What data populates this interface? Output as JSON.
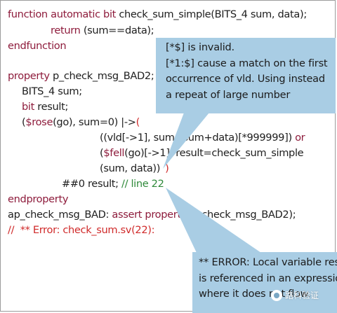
{
  "code": {
    "l1_kw": "function automatic bit",
    "l1_rest": " check_sum_simple(BITS_4 sum, data);",
    "l2_kw": "return",
    "l2_rest": " (sum==data);",
    "l3_kw": "endfunction",
    "l5_kw": "property",
    "l5_rest": " p_check_msg_BAD2;",
    "l6": "BITS_4 sum;",
    "l7_kw": "bit",
    "l7_rest": " result;",
    "l8_a": "(",
    "l8_kw": "$rose",
    "l8_b": "(go), sum=0) |->",
    "l8_paren": "(",
    "l9": "((vld[->1], sum=sum+data)[*999999])",
    "l9_kw": " or",
    "l10_a": "(",
    "l10_kw": "$fell",
    "l10_b": "(go)[->1], result=check_sum_simple",
    "l11": "(sum, data))",
    "l11_paren": ")",
    "l12": "##0 result;",
    "l12_comment": " // line 22",
    "l13_kw": "endproperty",
    "l14_a": "ap_check_msg_BAD:",
    "l14_kw": " assert property",
    "l14_b": "(p_check_msg_BAD2);",
    "l15_comment": "//  ** Error: check_sum.sv(22):"
  },
  "callout_top": {
    "line1": "[*$] is invalid.",
    "line2": "[*1:$] cause a match on the first",
    "line3": "occurrence of vld. Using instead",
    "line4": "a repeat of large number"
  },
  "callout_bottom": {
    "line1": "** ERROR: Local variable result",
    "line2": "is referenced in an expression",
    "line3": "where it does not flow."
  },
  "watermark": {
    "text": "路科验证",
    "icon": "wechat-logo-icon"
  },
  "colors": {
    "keyword": "#8e1c3c",
    "operator_red": "#d02a2a",
    "comment_green": "#2f8a3a",
    "callout_fill": "#a9cde4"
  }
}
